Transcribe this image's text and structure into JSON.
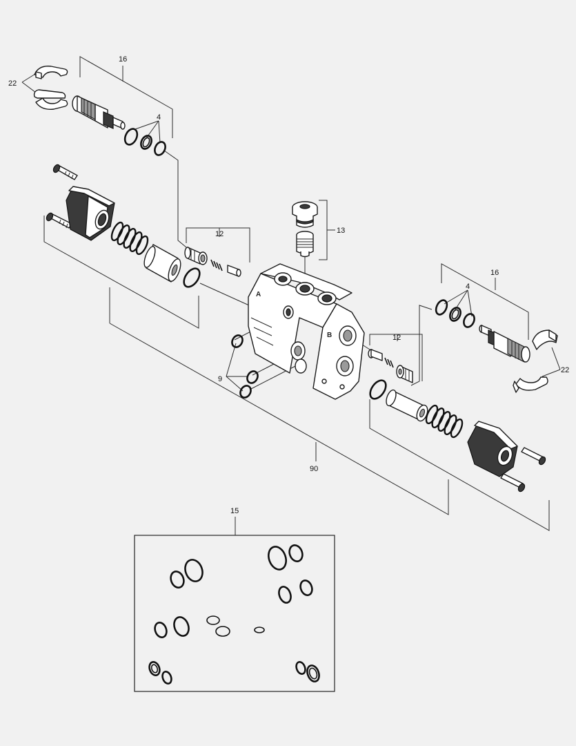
{
  "callouts": {
    "c16_top": "16",
    "c22_top": "22",
    "c4_top": "4",
    "c12_left": "12",
    "c13": "13",
    "c16_right": "16",
    "c4_right": "4",
    "c12_right": "12",
    "c22_right": "22",
    "c9": "9",
    "c90": "90",
    "c15": "15"
  },
  "ports": {
    "a": "A",
    "b": "B"
  }
}
